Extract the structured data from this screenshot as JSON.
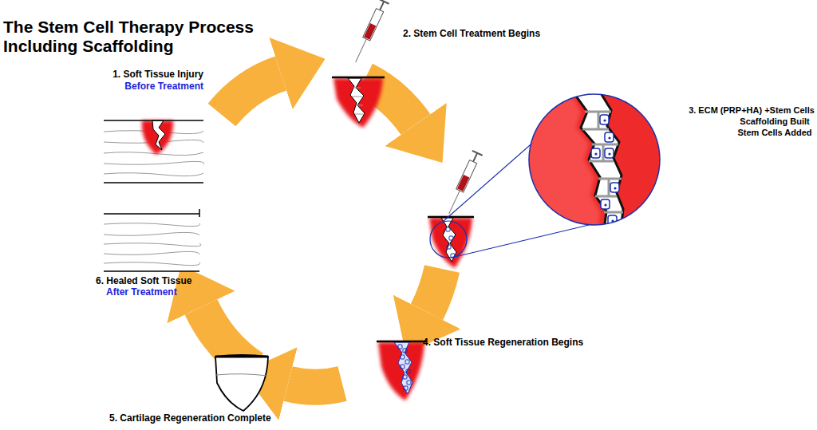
{
  "diagram": {
    "title": "The Stem Cell Therapy Process Including Scaffolding",
    "labels": [
      "1. Soft Tissue Injury",
      "Before Treatment",
      "2. Stem Cell Treatment Begins",
      "3. ECM (PRP+HA) +Stem Cells Scaffolding Built Stem Cells Added",
      "4. Soft Tissue Regeneration Begins",
      "5. Cartilage Regeneration Complete",
      "6. Healed Soft Tissue",
      "After Treatment"
    ]
  }
}
